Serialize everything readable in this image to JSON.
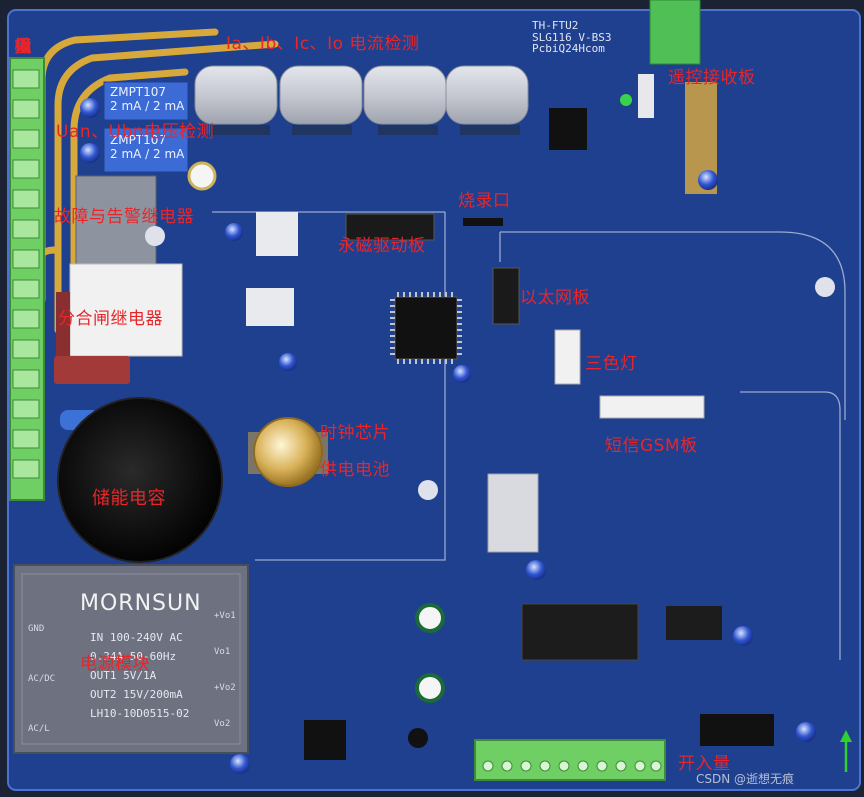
{
  "labels": {
    "current_detect": "Ia、Ib、Ic、Io  电流检测",
    "voltage_detect": "Uan、Ubn电压检测",
    "fault_alarm_relay": "故障与告警继电器",
    "program_port": "烧录口",
    "magnet_driver": "永磁驱动板",
    "ethernet_board": "以太网板",
    "open_close_relay": "分合闸继电器",
    "tricolor_light": "三色灯",
    "clock_chip": "时钟芯片",
    "battery": "供电电池",
    "sms_gsm_board": "短信GSM板",
    "storage_capacitor": "储能电容",
    "power_module": "电源模块",
    "remote_receiver": "遥控接收板",
    "switch_input": "开入量",
    "analog_input": [
      "模",
      "拟",
      "量",
      "输",
      "入"
    ]
  },
  "silkscreen": {
    "board_title": [
      "TH-FTU2",
      "SLG116 V-BS3",
      "PcbiQ24Hcom"
    ],
    "zmpt_1": [
      "ZMPT107",
      "2 mA / 2 mA"
    ],
    "zmpt_2": [
      "ZMPT107",
      "2 mA / 2 mA"
    ],
    "mornsun_brand": "MORNSUN",
    "mornsun_specs": [
      "IN 100-240V AC",
      "0.34A 50-60Hz",
      "OUT1 5V/1A",
      "OUT2 15V/200mA",
      "LH10-10D0515-02"
    ],
    "mornsun_pins_left": [
      "GND",
      "AC/DC",
      "AC/L"
    ],
    "mornsun_pins_right": [
      "+Vo1",
      "Vo1",
      "+Vo2",
      "Vo2"
    ]
  },
  "watermark": "CSDN @逝想无痕"
}
